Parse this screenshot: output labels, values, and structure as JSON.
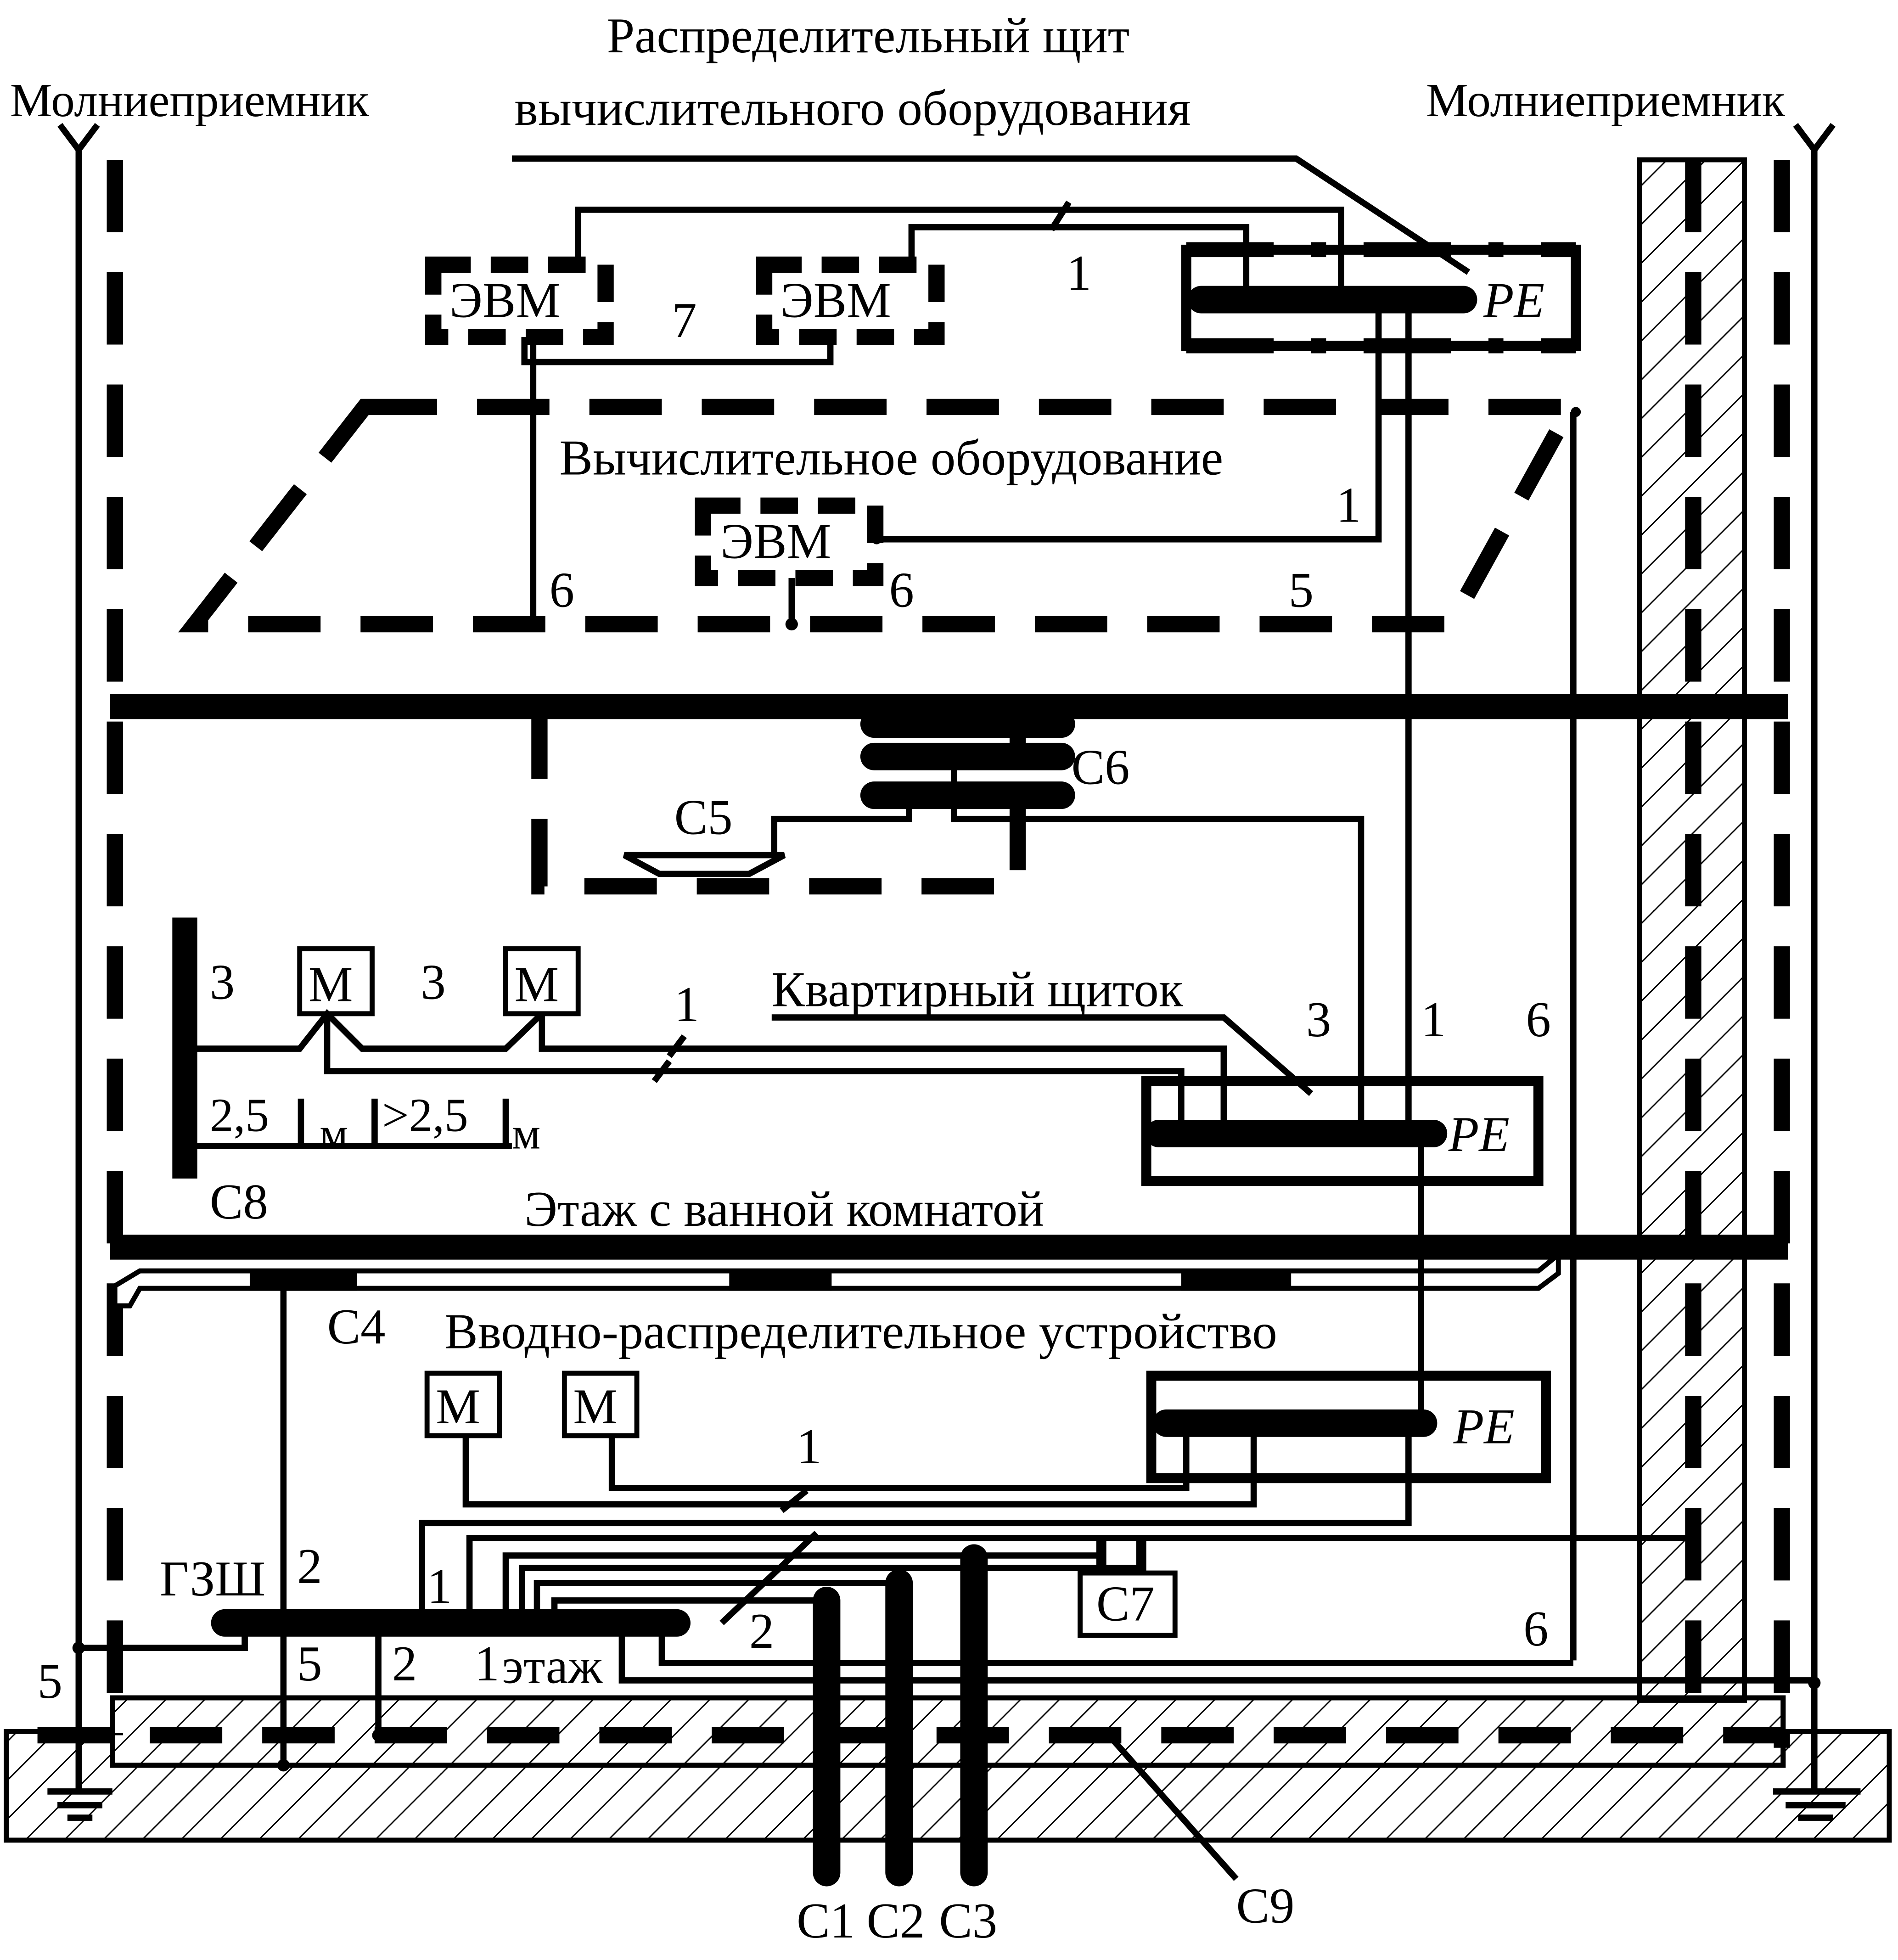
{
  "labels": {
    "lightning_left": "Молниеприемник",
    "lightning_right": "Молниеприемник",
    "top_title_line1": "Распределительный щит",
    "top_title_line2": "вычислительного оборудования",
    "computing_equipment": "Вычислительное оборудование",
    "apartment_panel": "Квартирный щиток",
    "bathroom_floor": "Этаж с ванной комнатой",
    "input_device": "Вводно-распределительное устройство",
    "main_bus": "ГЗШ",
    "first_floor": "этаж",
    "dim_1": "2,5",
    "dim_2": ">2,5",
    "unit_m": "м"
  },
  "boxes": {
    "evm": "ЭВМ",
    "m": "М",
    "pe": "PE"
  },
  "codes": {
    "c1": "С1",
    "c2": "С2",
    "c3": "С3",
    "c4": "С4",
    "c5": "С5",
    "c6": "С6",
    "c7": "С7",
    "c8": "С8",
    "c9": "С9"
  },
  "nums": {
    "n1": "1",
    "n2": "2",
    "n3": "3",
    "n5": "5",
    "n6": "6",
    "n7": "7"
  },
  "colors": {
    "ink": "#000000",
    "paper": "#ffffff"
  }
}
